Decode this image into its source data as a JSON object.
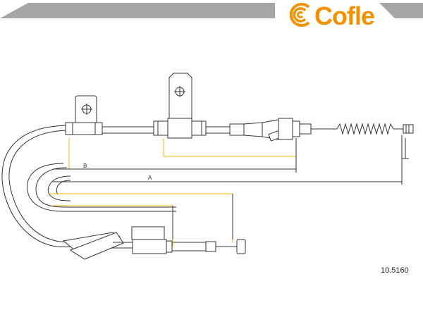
{
  "brand": {
    "name": "Cofle",
    "accent_color": "#f39200",
    "banner_color": "#a6a6a6",
    "logo_icon": "cofle-c-logo-icon"
  },
  "diagram": {
    "dimension_b": "B",
    "dimension_a": "A",
    "line_color": "#333333",
    "dimension_color": "#f5b800"
  },
  "part_number": "10.5160"
}
